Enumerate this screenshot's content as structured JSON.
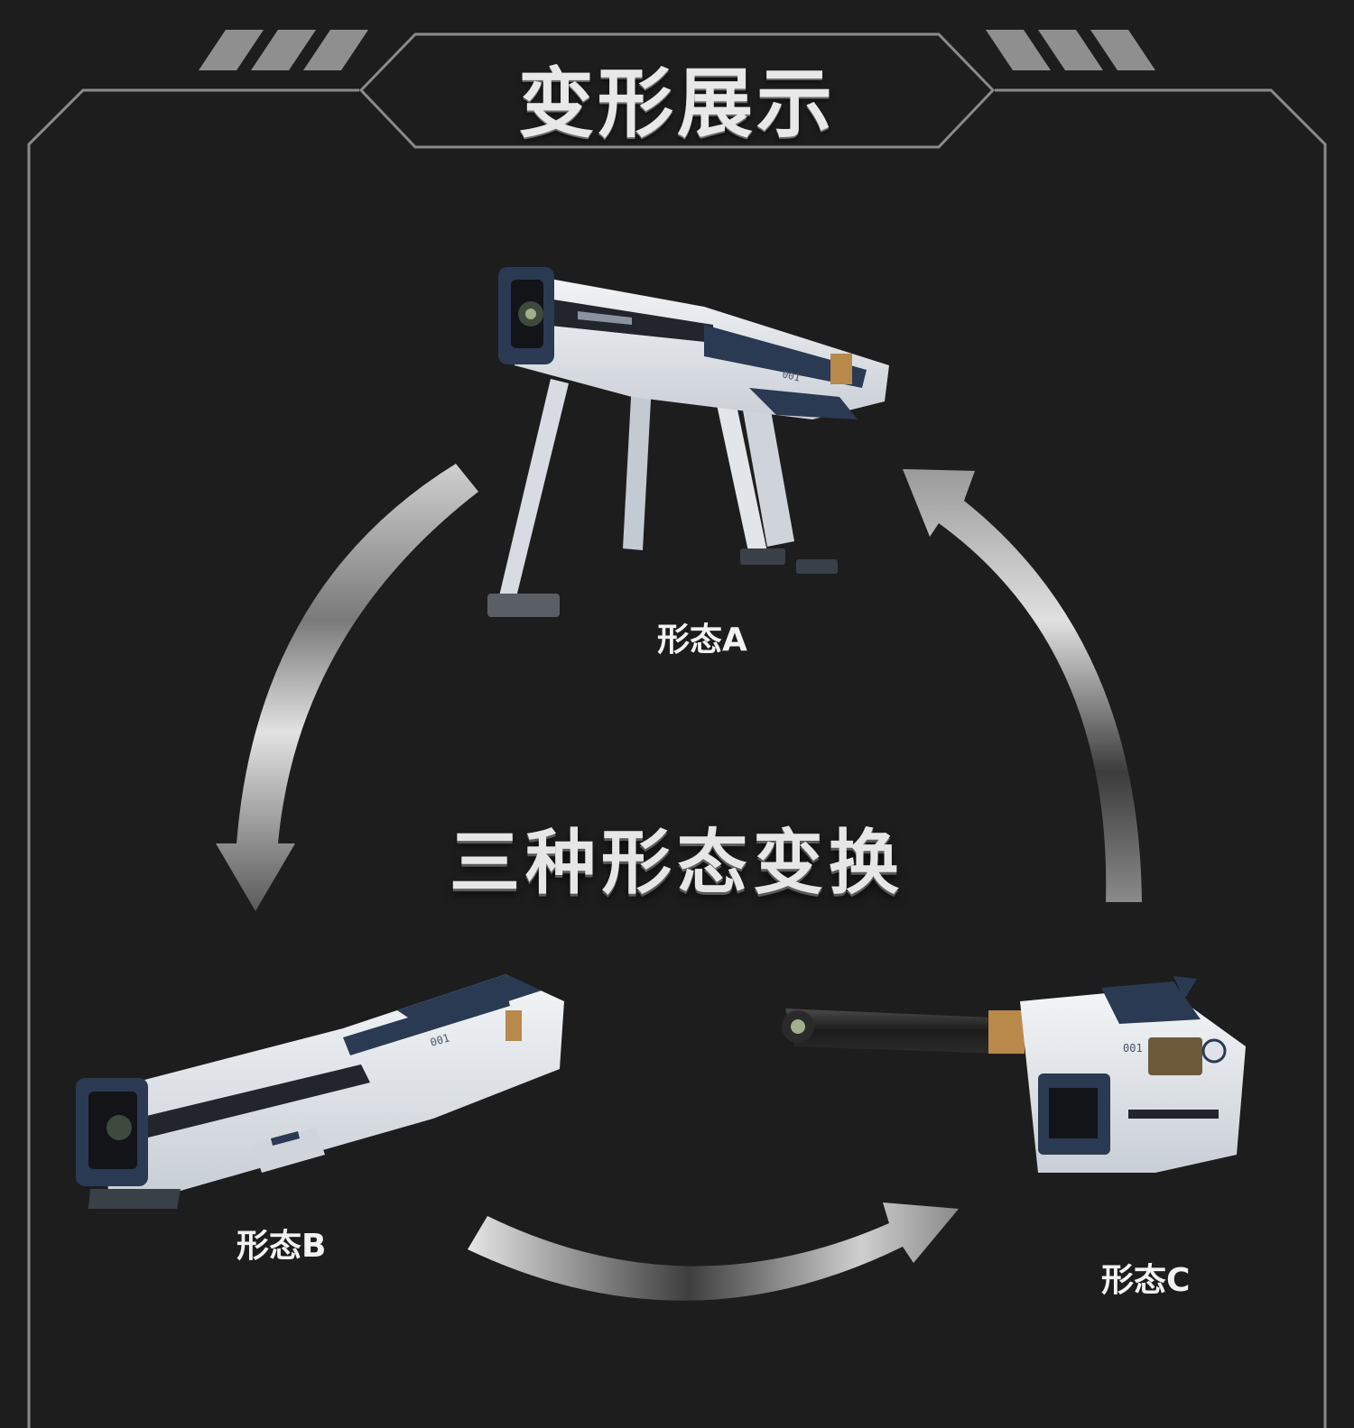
{
  "header": {
    "title": "变形展示"
  },
  "main": {
    "center_caption": "三种形态变换",
    "forms": [
      {
        "id": "A",
        "label": "形态A",
        "serial": "001"
      },
      {
        "id": "B",
        "label": "形态B",
        "serial": "001"
      },
      {
        "id": "C",
        "label": "形态C",
        "serial": "001"
      }
    ]
  },
  "colors": {
    "background": "#1d1d1e",
    "frame_line": "#8a8a8a",
    "armor_white": "#e9ecef",
    "armor_navy": "#2a3a52",
    "accent_gold": "#b8894a",
    "arrow_light": "#d8d8d8",
    "arrow_dark": "#3a3a3a"
  }
}
